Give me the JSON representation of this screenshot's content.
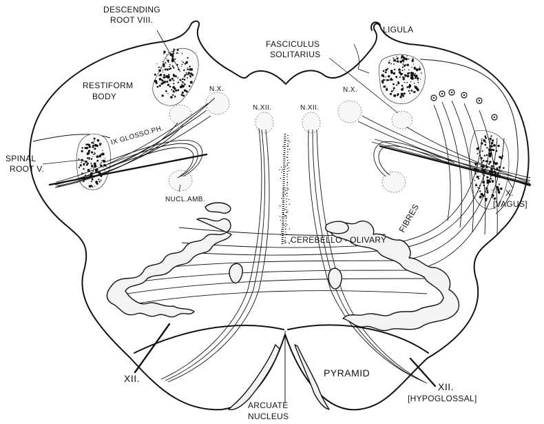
{
  "labels": {
    "descending_root_viii_1": "DESCENDING",
    "descending_root_viii_2": "ROOT VIII.",
    "ligula": "LIGULA",
    "fasciculus_1": "FASCICULUS",
    "fasciculus_2": "SOLITARIUS",
    "restiform_1": "RESTIFORM",
    "restiform_2": "BODY",
    "nx_left": "N.X.",
    "nx_right": "N.X.",
    "nxii_left": "N.XII.",
    "nxii_right": "N.XII.",
    "glosso": "IX GLOSSO.PH.",
    "spinal_1": "SPINAL",
    "spinal_2": "ROOT V.",
    "nucl_amb": "NUCL.AMB.",
    "vagus_1": "X.",
    "vagus_2": "[VAGUS]",
    "fibres": "FIBRES",
    "cerebello_olivary": "CEREBELLO - OLIVARY",
    "xii_left": "XII.",
    "pyramid": "PYRAMID",
    "xii_right": "XII.",
    "hypoglossal": "[HYPOGLOSSAL]",
    "arcuate_1": "ARCUATE",
    "arcuate_2": "NUCLEUS"
  }
}
